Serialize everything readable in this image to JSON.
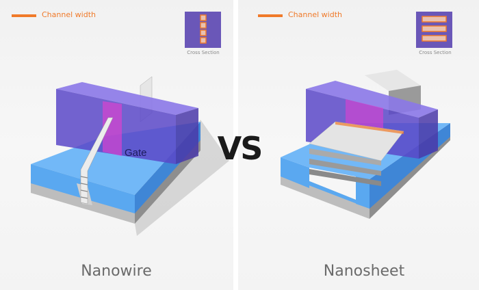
{
  "left": {
    "legend_label": "Channel width",
    "cross_section_label": "Cross Section",
    "gate_label": "Gate",
    "title": "Nanowire"
  },
  "right": {
    "legend_label": "Channel width",
    "cross_section_label": "Cross Section",
    "title": "Nanosheet"
  },
  "vs_label": "VS",
  "colors": {
    "accent": "#f07a2a",
    "gate": "#6a57b8",
    "oxide": "#5aa8f0",
    "channel": "#e0e0e0"
  }
}
